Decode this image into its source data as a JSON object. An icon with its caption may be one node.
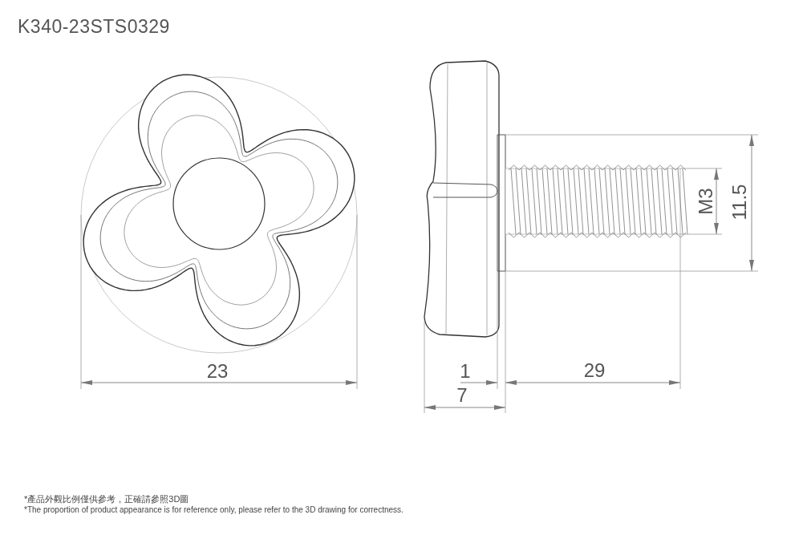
{
  "diagram": {
    "title": "K340-23STS0329",
    "labels": [
      "M3",
      "11.5",
      "23",
      "1",
      "29",
      "7",
      "*產品外觀比例僅供參考，正確請參照3D圖",
      "*The proportion of product appearance is for reference only, please refer to the 3D drawing for correctness."
    ]
  }
}
